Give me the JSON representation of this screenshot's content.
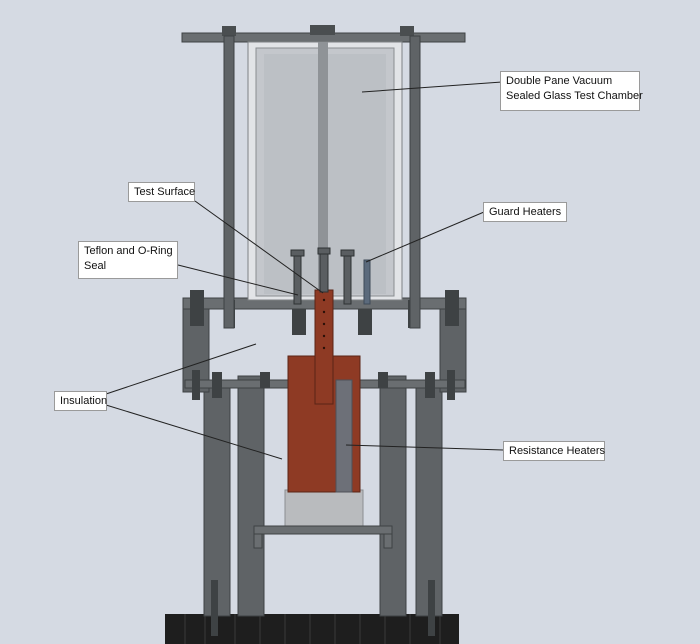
{
  "callouts": {
    "chamber": {
      "line1": "Double Pane Vacuum",
      "line2": "Sealed Glass Test Chamber"
    },
    "test_surface": {
      "label": "Test Surface"
    },
    "guard_heaters": {
      "label": "Guard Heaters"
    },
    "teflon": {
      "line1": "Teflon and O-Ring",
      "line2": "Seal"
    },
    "insulation": {
      "label": "Insulation"
    },
    "resistance_heaters": {
      "label": "Resistance Heaters"
    }
  },
  "colors": {
    "background": "#d5dae3",
    "frame": "#5f6366",
    "frame_dark": "#3e4244",
    "glass": "#c4c7cc",
    "copper": "#8e3a24",
    "base": "#1e1e1e",
    "insulation_block": "#b9bbbe"
  }
}
